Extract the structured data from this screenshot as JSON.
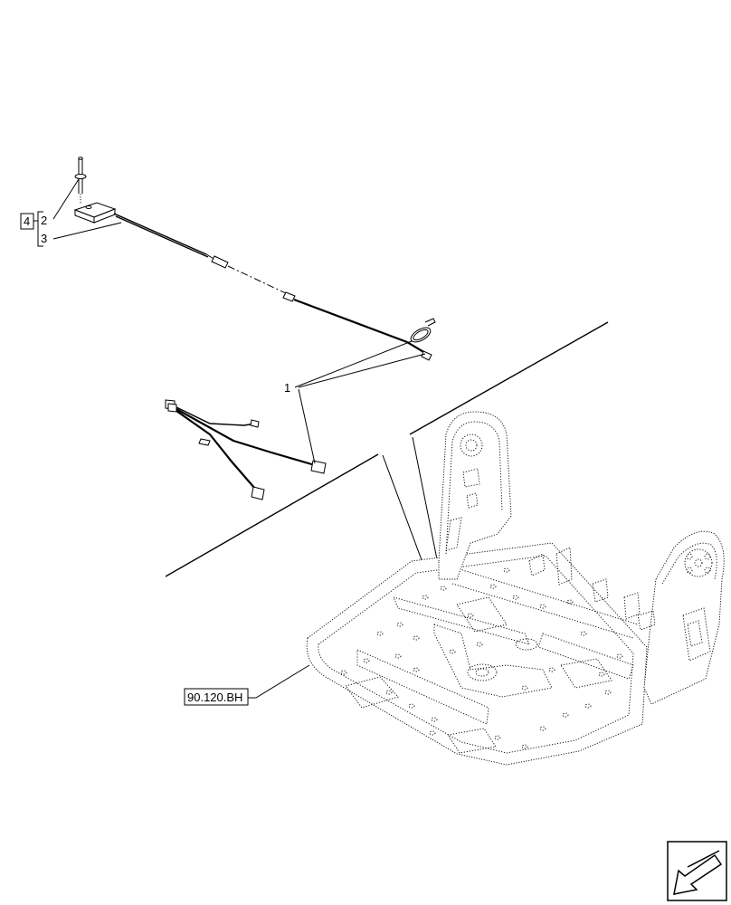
{
  "callouts": {
    "item_1": "1",
    "item_2": "2",
    "item_3": "3",
    "item_4": "4"
  },
  "reference": {
    "label": "90.120.BH"
  },
  "icons": {
    "nav": "arrow-down-left-icon"
  }
}
